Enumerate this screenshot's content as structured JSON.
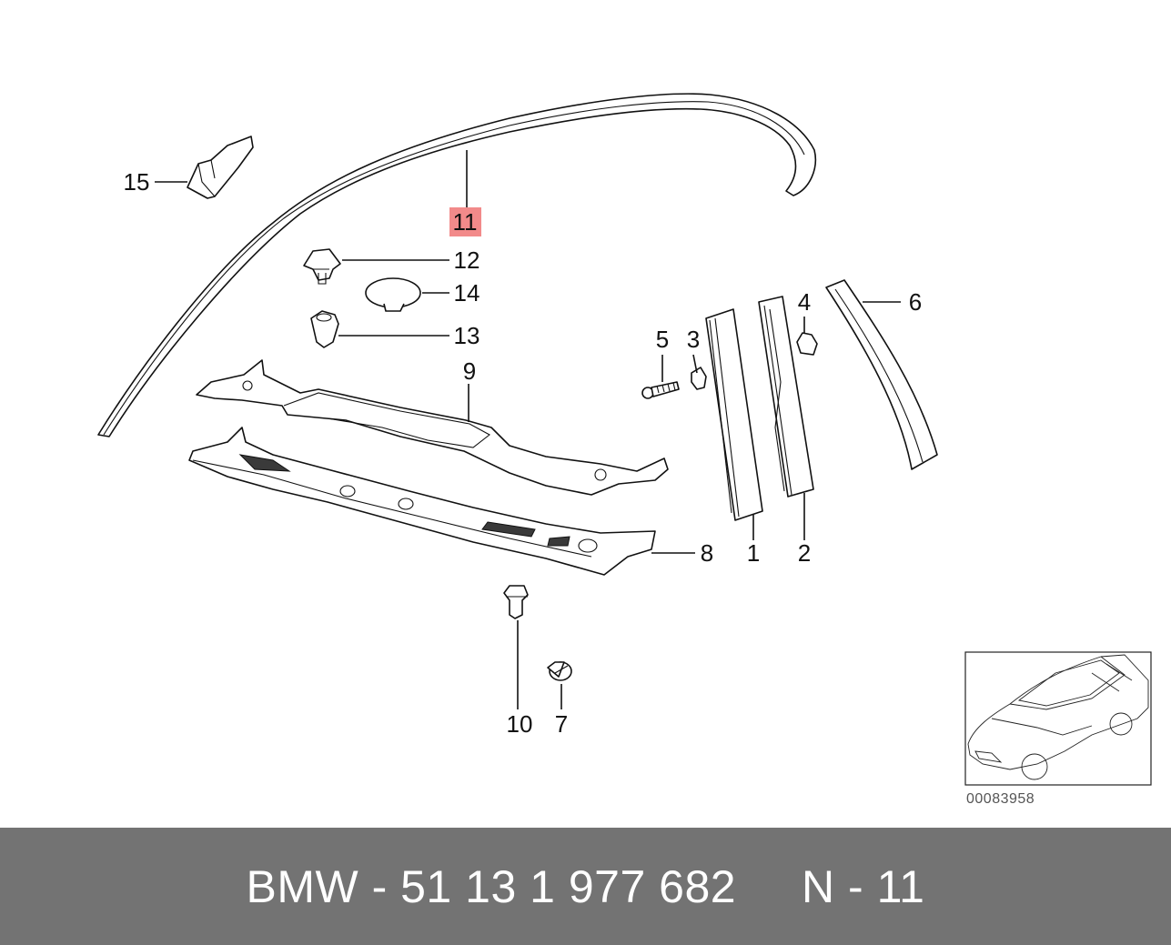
{
  "diagram": {
    "highlight_color": "#f28a8a",
    "callouts": [
      {
        "id": "c1",
        "label": "1"
      },
      {
        "id": "c2",
        "label": "2"
      },
      {
        "id": "c3",
        "label": "3"
      },
      {
        "id": "c4",
        "label": "4"
      },
      {
        "id": "c5",
        "label": "5"
      },
      {
        "id": "c6",
        "label": "6"
      },
      {
        "id": "c7",
        "label": "7"
      },
      {
        "id": "c8",
        "label": "8"
      },
      {
        "id": "c9",
        "label": "9"
      },
      {
        "id": "c10",
        "label": "10"
      },
      {
        "id": "c11",
        "label": "11",
        "highlighted": true
      },
      {
        "id": "c12",
        "label": "12"
      },
      {
        "id": "c13",
        "label": "13"
      },
      {
        "id": "c14",
        "label": "14"
      },
      {
        "id": "c15",
        "label": "15"
      }
    ],
    "reference_number": "00083958"
  },
  "footer": {
    "text": "BMW - 51 13 1 977 682     N - 11",
    "background": "#737373",
    "text_color": "#ffffff"
  }
}
